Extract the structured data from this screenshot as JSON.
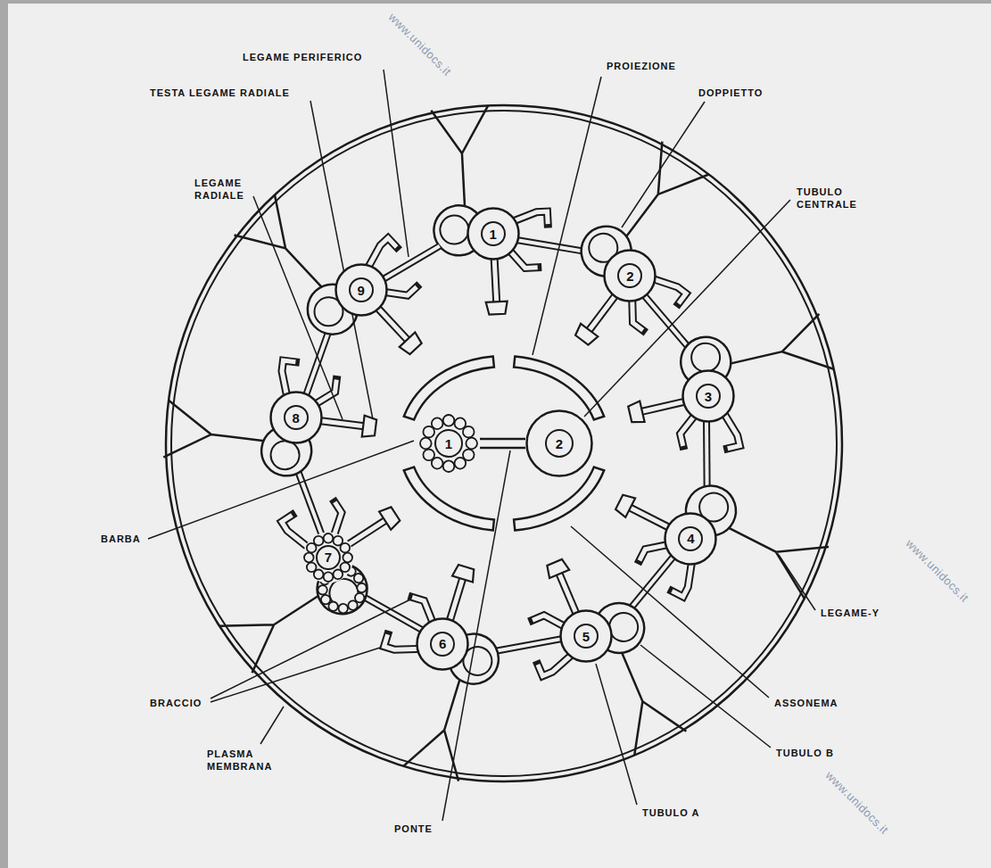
{
  "diagram": {
    "nodes": [
      {
        "text": [
          "1"
        ]
      },
      {
        "text": [
          "2"
        ]
      },
      {
        "text": [
          "3"
        ]
      },
      {
        "text": [
          "4"
        ]
      },
      {
        "text": [
          "5"
        ]
      },
      {
        "text": [
          "6"
        ]
      },
      {
        "text": [
          "7"
        ]
      },
      {
        "text": [
          "8"
        ]
      },
      {
        "text": [
          "9"
        ]
      },
      {
        "text": [
          "1"
        ]
      },
      {
        "text": [
          "2"
        ]
      }
    ],
    "edges": [
      {
        "from": 9,
        "to": 10,
        "arrow": "none"
      }
    ],
    "labels": [
      "LEGAME PERIFERICO",
      "TESTA LEGAME RADIALE",
      "LEGAME RADIALE",
      "PROIEZIONE",
      "DOPPIETTO",
      "TUBULO CENTRALE",
      "BARBA",
      "BRACCIO",
      "PLASMA MEMBRANA",
      "PONTE",
      "TUBULO A",
      "TUBULO B",
      "ASSONEMA",
      "LEGAME-Y",
      "www.unidocs.it",
      "www.unidocs.it",
      "www.unidocs.it"
    ]
  }
}
